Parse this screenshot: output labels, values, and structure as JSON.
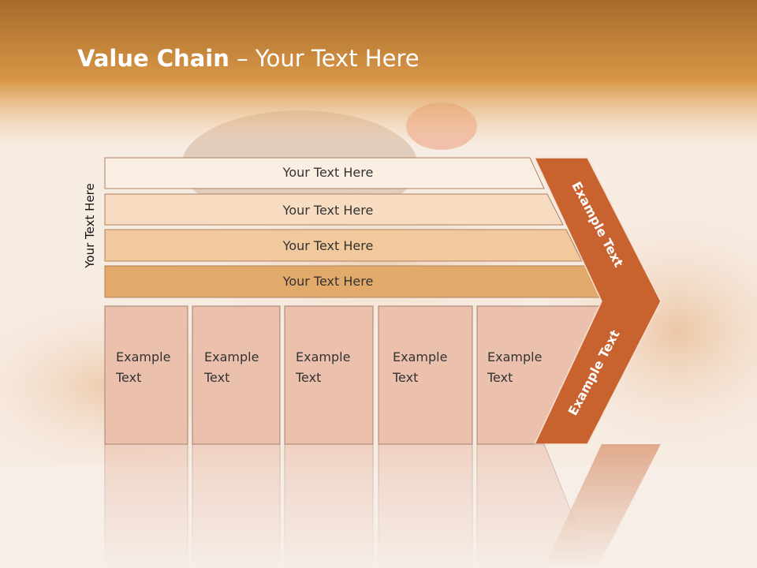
{
  "title": {
    "bold": "Value Chain",
    "rest": " – Your Text Here"
  },
  "side_label": "Your Text Here",
  "bars": [
    {
      "label": "Your Text Here",
      "color": "#fbeee3"
    },
    {
      "label": "Your Text Here",
      "color": "#f8dcc2"
    },
    {
      "label": "Your Text Here",
      "color": "#f1c99d"
    },
    {
      "label": "Your Text Here",
      "color": "#e2aa6a"
    }
  ],
  "boxes": [
    {
      "line1": "Example",
      "line2": "Text"
    },
    {
      "line1": "Example",
      "line2": "Text"
    },
    {
      "line1": "Example",
      "line2": "Text"
    },
    {
      "line1": "Example",
      "line2": "Text"
    },
    {
      "line1": "Example",
      "line2": "Text"
    }
  ],
  "chevron": {
    "upper": "Example Text",
    "lower": "Example Text"
  },
  "colors": {
    "header_top": "#a66b2c",
    "header_mid": "#d89646",
    "box_fill": "#ebc0ad",
    "chevron_fill": "#c8622f"
  }
}
